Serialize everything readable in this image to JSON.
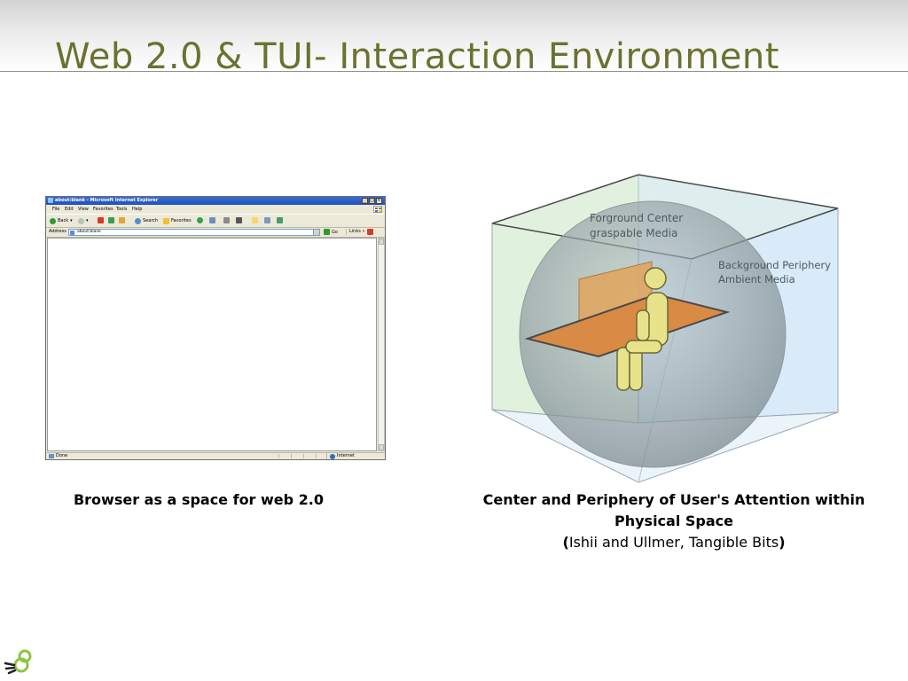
{
  "slide": {
    "title": "Web 2.0 & TUI- Interaction Environment"
  },
  "browser": {
    "window_title": "about:blank - Microsoft Internet Explorer",
    "window_buttons": [
      "_",
      "□",
      "×"
    ],
    "menu": [
      "File",
      "Edit",
      "View",
      "Favorites",
      "Tools",
      "Help"
    ],
    "toolbar": {
      "back": "Back",
      "search": "Search",
      "favorites": "Favorites"
    },
    "address_label": "Address",
    "address_value": "about:blank",
    "go_label": "Go",
    "links_label": "Links",
    "links_chevron": "»",
    "status_text": "Done",
    "zone_text": "Internet"
  },
  "diagram": {
    "label_foreground_1": "Forground Center",
    "label_foreground_2": "graspable Media",
    "label_background_1": "Background Periphery",
    "label_background_2": "Ambient Media"
  },
  "captions": {
    "left": "Browser as a space for web 2.0",
    "right_main": "Center and Periphery of User's Attention within Physical Space",
    "right_paren_open": "(",
    "right_source": "Ishii and Ullmer, Tangible Bits",
    "right_paren_close": ")"
  },
  "colors": {
    "title": "#6b7230",
    "accent_logo": "#8cc63f"
  },
  "icons": [
    "ie-page-icon",
    "back-icon",
    "forward-icon",
    "stop-icon",
    "refresh-icon",
    "home-icon",
    "search-icon",
    "favorites-icon",
    "history-icon",
    "mail-icon",
    "print-icon",
    "go-arrow-icon",
    "internet-zone-icon",
    "windows-logo-icon",
    "slide-logo-icon"
  ]
}
